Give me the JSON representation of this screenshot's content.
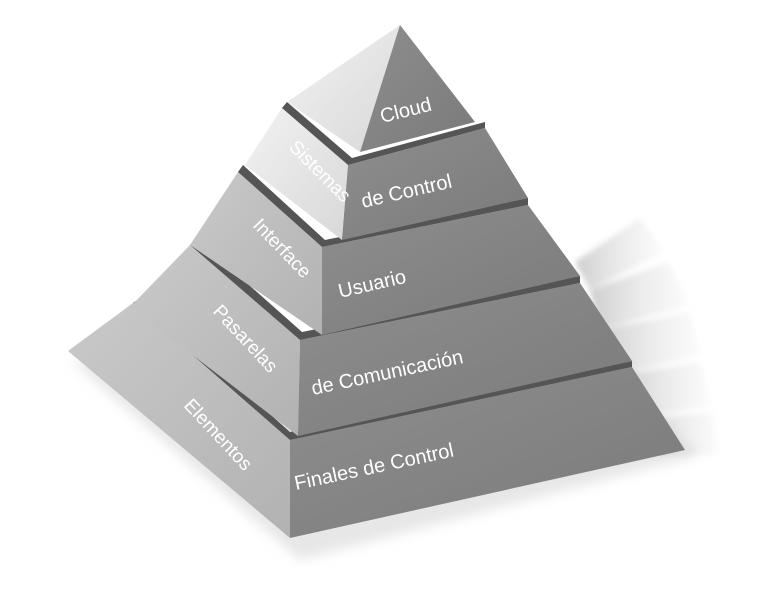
{
  "pyramid": {
    "levels": [
      {
        "left_label": "",
        "right_label": "Cloud"
      },
      {
        "left_label": "Sistemas",
        "right_label": "de Control"
      },
      {
        "left_label": "Interface",
        "right_label": "Usuario"
      },
      {
        "left_label": "Pasarelas",
        "right_label": "de Comunicación"
      },
      {
        "left_label": "Elementos",
        "right_label": "Finales de Control"
      }
    ]
  }
}
